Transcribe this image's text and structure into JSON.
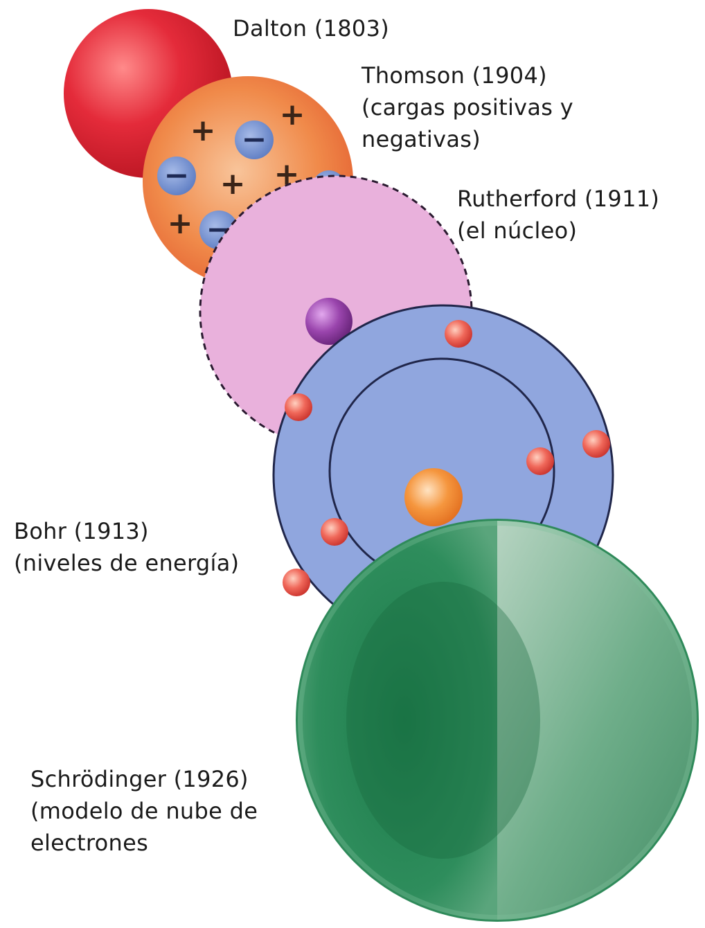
{
  "models": {
    "dalton": {
      "line1": "Dalton (1803)"
    },
    "thomson": {
      "line1": "Thomson (1904)",
      "line2": "(cargas positivas y",
      "line3": "negativas)"
    },
    "rutherford": {
      "line1": "Rutherford (1911)",
      "line2": "(el núcleo)"
    },
    "bohr": {
      "line1": "Bohr (1913)",
      "line2": "(niveles de energía)"
    },
    "schrodinger": {
      "line1": "Schrödinger (1926)",
      "line2": "(modelo de nube de",
      "line3": "electrones"
    }
  },
  "symbols": {
    "plus": "+",
    "minus": "−"
  },
  "colors": {
    "dalton": "#e02a3a",
    "thomson": "#ee7a33",
    "rutherford": "#e6a8d8",
    "bohr": "#8ea4dc",
    "schrodinger": "#2f8f5e",
    "electron": "#e5523f",
    "nucleus_bohr": "#f07a2e",
    "nucleus_rutherford": "#8a3a9a"
  }
}
